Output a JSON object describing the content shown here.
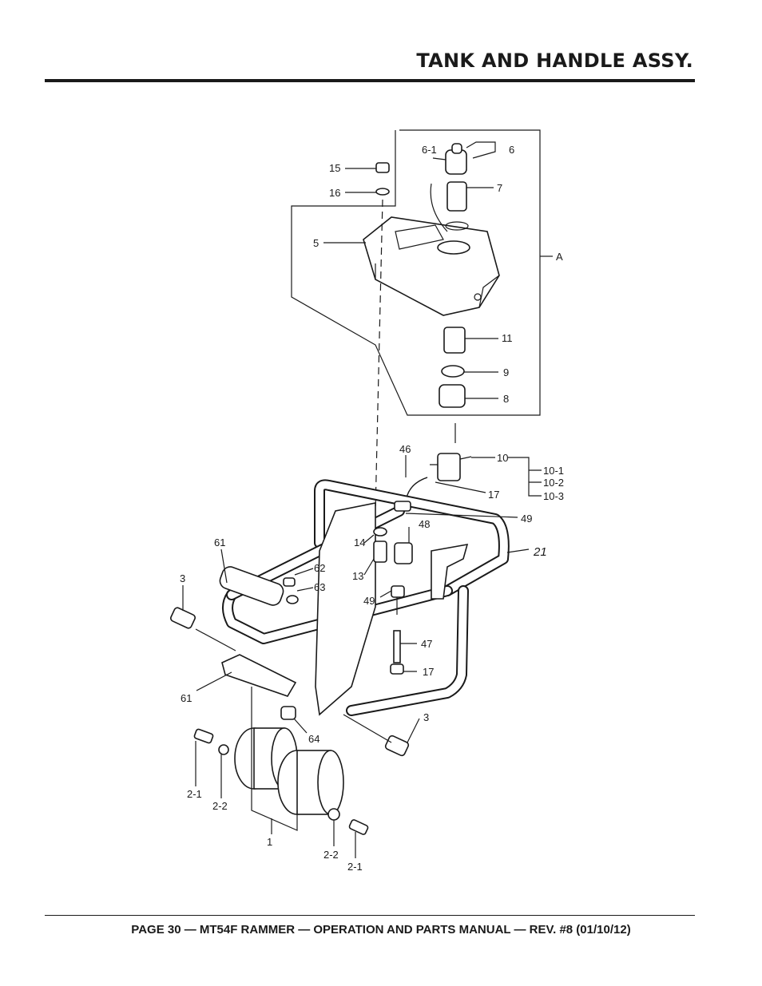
{
  "header": {
    "title": "TANK AND HANDLE ASSY."
  },
  "footer": {
    "text": "PAGE 30 — MT54F RAMMER — OPERATION AND PARTS MANUAL — REV. #8 (01/10/12)"
  },
  "callouts": {
    "c6_1": "6-1",
    "c6": "6",
    "c7": "7",
    "c15": "15",
    "c16": "16",
    "c5": "5",
    "cA": "A",
    "c11": "11",
    "c9": "9",
    "c8": "8",
    "c46": "46",
    "c10": "10",
    "c10_1": "10-1",
    "c10_2": "10-2",
    "c10_3": "10-3",
    "c17a": "17",
    "c49a": "49",
    "c48": "48",
    "c14": "14",
    "c13": "13",
    "c49b": "49",
    "c21": "21",
    "c61a": "61",
    "c62": "62",
    "c63": "63",
    "c3a": "3",
    "c47": "47",
    "c17b": "17",
    "c61b": "61",
    "c64": "64",
    "c3b": "3",
    "c2_1a": "2-1",
    "c2_2a": "2-2",
    "c1": "1",
    "c2_2b": "2-2",
    "c2_1b": "2-1"
  }
}
